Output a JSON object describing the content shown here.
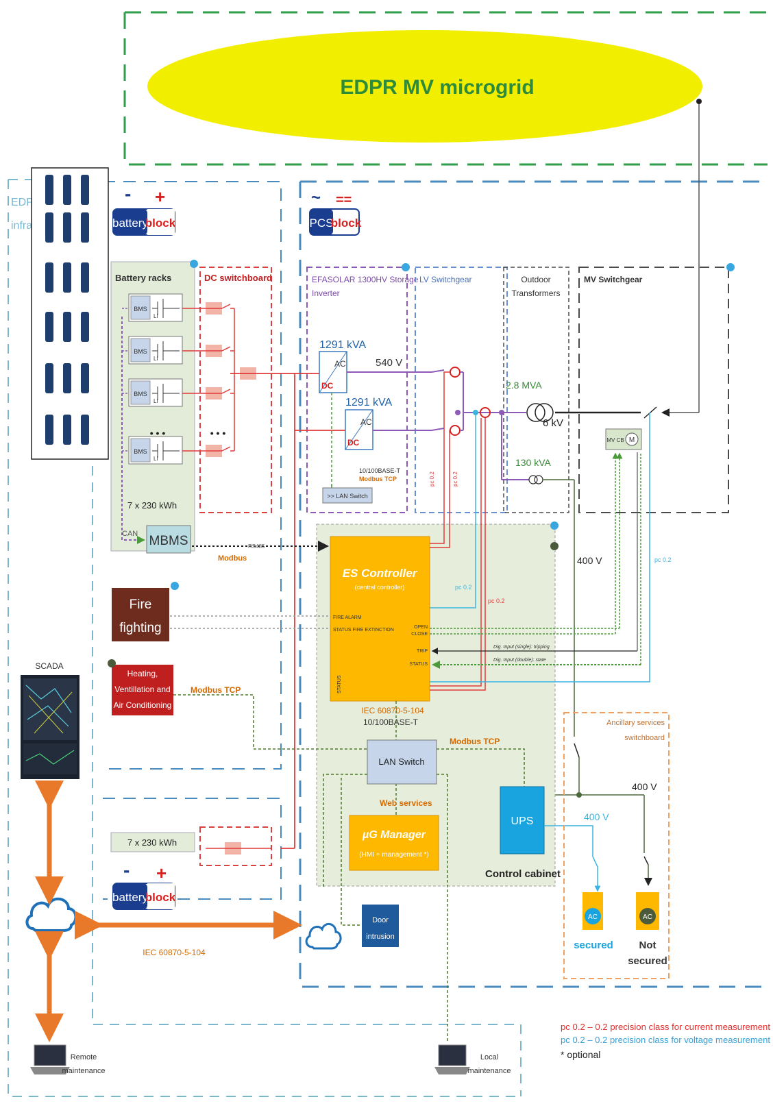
{
  "title": "EDPR MV microgrid",
  "edp_infra_partial": [
    "EDP",
    "infra"
  ],
  "battery_block_logo": {
    "minus": "-",
    "plus": "+",
    "word1": "battery",
    "word2": "block"
  },
  "pcs_block_logo": {
    "ac": "~",
    "dc": "==",
    "word1": "PCS",
    "word2": "block"
  },
  "sections": {
    "battery_racks": "Battery racks",
    "dc_switchboard": "DC switchboard",
    "inverter": [
      "EFASOLAR 1300HV Storage",
      "Inverter"
    ],
    "lv_switchgear": "LV Switchgear",
    "outdoor_transformers": [
      "Outdoor",
      "Transformers"
    ],
    "mv_switchgear": "MV Switchgear",
    "control_cabinet": "Control cabinet",
    "ancillary": [
      "Ancillary services",
      "switchboard"
    ]
  },
  "battery": {
    "bms_label": "BMS",
    "li_label": "Li",
    "ellipsis": "• • •",
    "capacity": "7 x 230 kWh",
    "can_label": "CAN",
    "mbms_label": "MBMS",
    "second_capacity": "7 x 230 kWh"
  },
  "inverter": {
    "kva1": "1291 kVA",
    "kva2": "1291 kVA",
    "ac": "AC",
    "dc": "DC",
    "voltage": "540 V",
    "lan_switch_small": ">> LAN Switch",
    "eth": "10/100BASE-T",
    "modbus_tcp": "Modbus TCP"
  },
  "transformers": {
    "mva": "2.8 MVA",
    "kv": "6 kV",
    "kva": "130 kVA",
    "mv_cb": "MV CB",
    "m": "M"
  },
  "controller": {
    "title": "ES Controller",
    "subtitle": "(central controller)",
    "fire_alarm": "FIRE ALARM",
    "status_fire": "STATUS FIRE EXTINCTION",
    "status": "STATUS",
    "open": "OPEN",
    "close": "CLOSE",
    "trip": "TRIP",
    "status_right": "STATUS",
    "dig_single": "Dig. Input (single): tripping",
    "dig_double": "Dig. Input (double): state",
    "iec": "IEC 60870-5-104",
    "eth": "10/100BASE-T"
  },
  "labels": {
    "rs485": "RS485",
    "modbus": "Modbus",
    "pc02": "pc 0.2",
    "v400": "400 V",
    "modbus_tcp_hvac": "Modbus TCP",
    "modbus_tcp_ups": "Modbus TCP",
    "web_services": "Web services",
    "iec_link": "IEC 60870-5-104"
  },
  "boxes": {
    "fire": [
      "Fire",
      "fighting"
    ],
    "hvac": [
      "Heating,",
      "Ventillation and",
      "Air Conditioning"
    ],
    "lan_switch": "LAN Switch",
    "ug_manager": "µG Manager",
    "ug_manager_sub": "(HMI + management *)",
    "ups": "UPS",
    "door": [
      "Door",
      "intrusion"
    ],
    "ac": "AC",
    "secured": "secured",
    "not_secured": [
      "Not",
      "secured"
    ]
  },
  "scada": "SCADA",
  "remote": [
    "Remote",
    "maintenance"
  ],
  "local": [
    "Local",
    "maintenance"
  ],
  "legend": {
    "current": "pc 0.2 – 0.2 precision class for current measurement",
    "voltage": "pc 0.2 – 0.2 precision class for voltage measurement",
    "optional": "* optional"
  },
  "colors": {
    "microgrid_fill": "#f2ee00",
    "microgrid_border": "#2e9e4a",
    "microgrid_text": "#2e8b3a",
    "dash_blue": "#7bb6cf",
    "battery_fill": "#e2ecd9",
    "dc_switch_border": "#d94040",
    "inverter_border": "#8e5ab8",
    "lv_border": "#6a8fd0",
    "mv_border": "#4a4a4a",
    "controller_fill": "#ffb800",
    "control_cabinet_fill": "#e6edda",
    "fire_fill": "#6d2c1e",
    "hvac_fill": "#c01f1f",
    "lan_fill": "#c6d5ea",
    "ups_fill": "#19a4e0",
    "door_fill": "#1e5a9c",
    "mbms_fill": "#b9dce3",
    "red_line": "#e03a3a",
    "cyan_line": "#3bb4e0",
    "ancillary_border": "#f0a060",
    "legend_red": "#e03030",
    "legend_blue": "#3aa0d8",
    "orange_arrow": "#e8782a"
  }
}
